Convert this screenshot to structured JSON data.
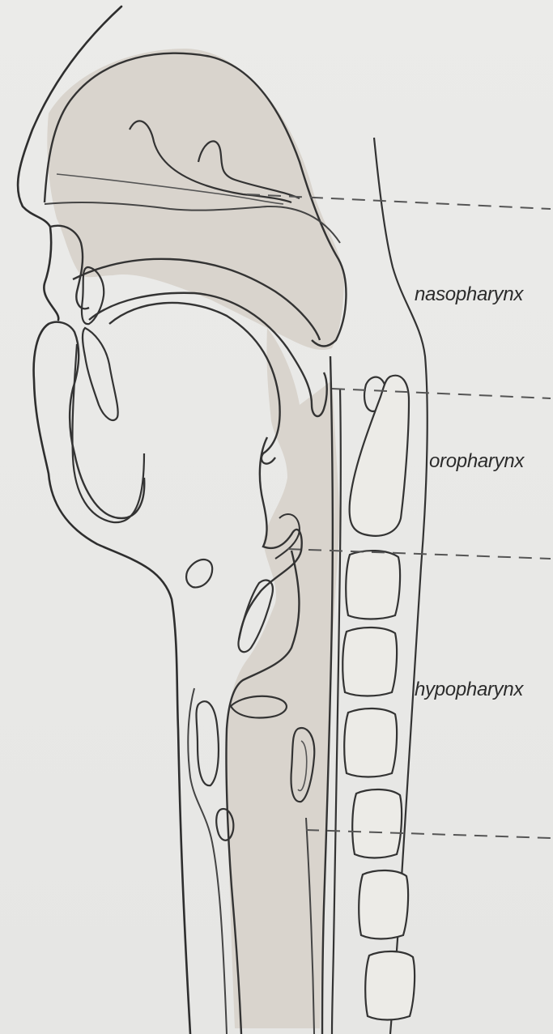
{
  "regions": [
    {
      "id": "nasopharynx",
      "label": "nasopharynx"
    },
    {
      "id": "oropharynx",
      "label": "oropharynx"
    },
    {
      "id": "hypopharynx",
      "label": "hypopharynx"
    }
  ],
  "colors": {
    "background": "#e9e9e7",
    "airway_fill": "#d8d3cc",
    "outline": "#333333",
    "boundary_line": "#555555"
  }
}
